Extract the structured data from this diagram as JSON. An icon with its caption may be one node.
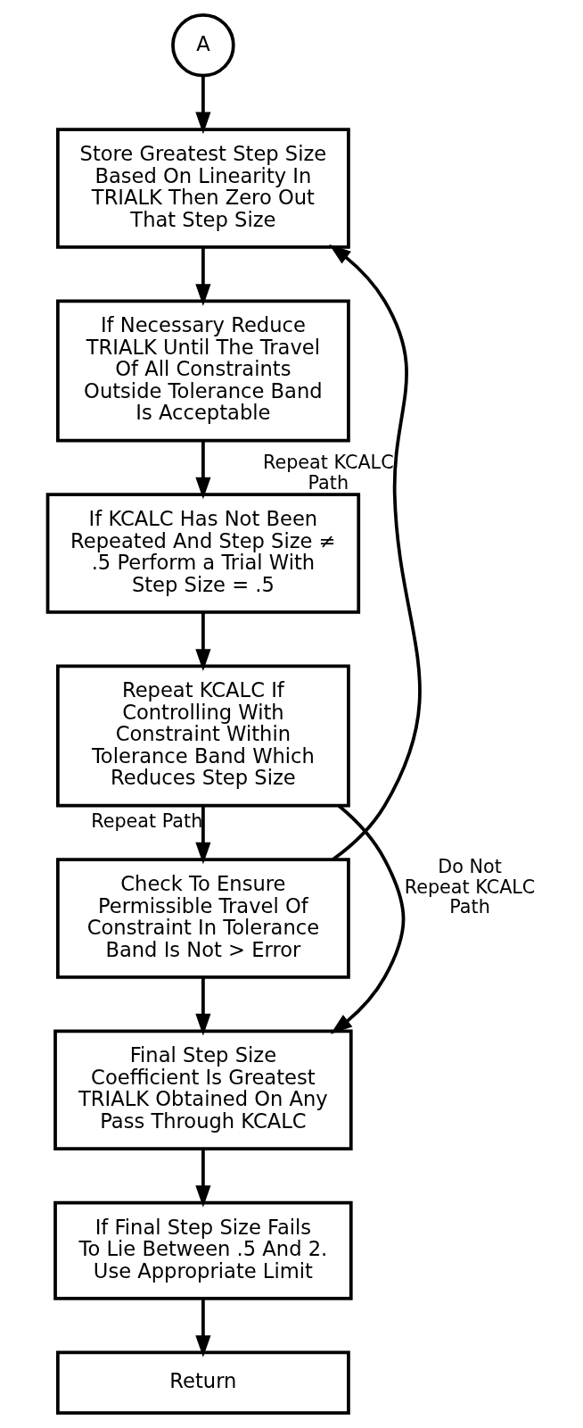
{
  "diagram": {
    "nodes": [
      {
        "text": [
          "A"
        ]
      },
      {
        "text": [
          "Store Greatest Step Size Based On Linearity In TRIALK Then Zero Out That Step Size"
        ]
      },
      {
        "text": [
          "If Necessary Reduce TRIALK Until The Travel Of All Constraints Outside Tolerance Band Is Acceptable"
        ]
      },
      {
        "text": [
          "If KCALC Has Not Been Repeated And Step Size ≠ .5 Perform a Trial With Step Size = .5"
        ]
      },
      {
        "text": [
          "Repeat KCALC If Controlling With Constraint Within Tolerance Band Which Reduces Step Size"
        ]
      },
      {
        "text": [
          "Check To Ensure Permissible Travel Of Constraint In Tolerance Band Is Not > Error"
        ]
      },
      {
        "text": [
          "Final Step Size Coefficient Is Greatest TRIALK Obtained On Any Pass Through KCALC"
        ]
      },
      {
        "text": [
          "If Final Step Size Fails To Lie Between .5 And 2. Use Appropriate Limit"
        ]
      },
      {
        "text": [
          "Return"
        ]
      }
    ],
    "edges": [
      {
        "from": 0,
        "to": 1,
        "arrow": "to"
      },
      {
        "from": 1,
        "to": 2,
        "arrow": "to"
      },
      {
        "from": 2,
        "to": 3,
        "arrow": "to"
      },
      {
        "from": 3,
        "to": 4,
        "arrow": "to"
      },
      {
        "from": 4,
        "to": 5,
        "arrow": "to",
        "label": "Repeat Path"
      },
      {
        "from": 5,
        "to": 1,
        "arrow": "to",
        "label": "Repeat KCALC Path"
      },
      {
        "from": 4,
        "to": 6,
        "arrow": "to",
        "label": "Do Not Repeat KCALC Path"
      },
      {
        "from": 5,
        "to": 6,
        "arrow": "to"
      },
      {
        "from": 6,
        "to": 7,
        "arrow": "to"
      },
      {
        "from": 7,
        "to": 8,
        "arrow": "to"
      }
    ]
  }
}
